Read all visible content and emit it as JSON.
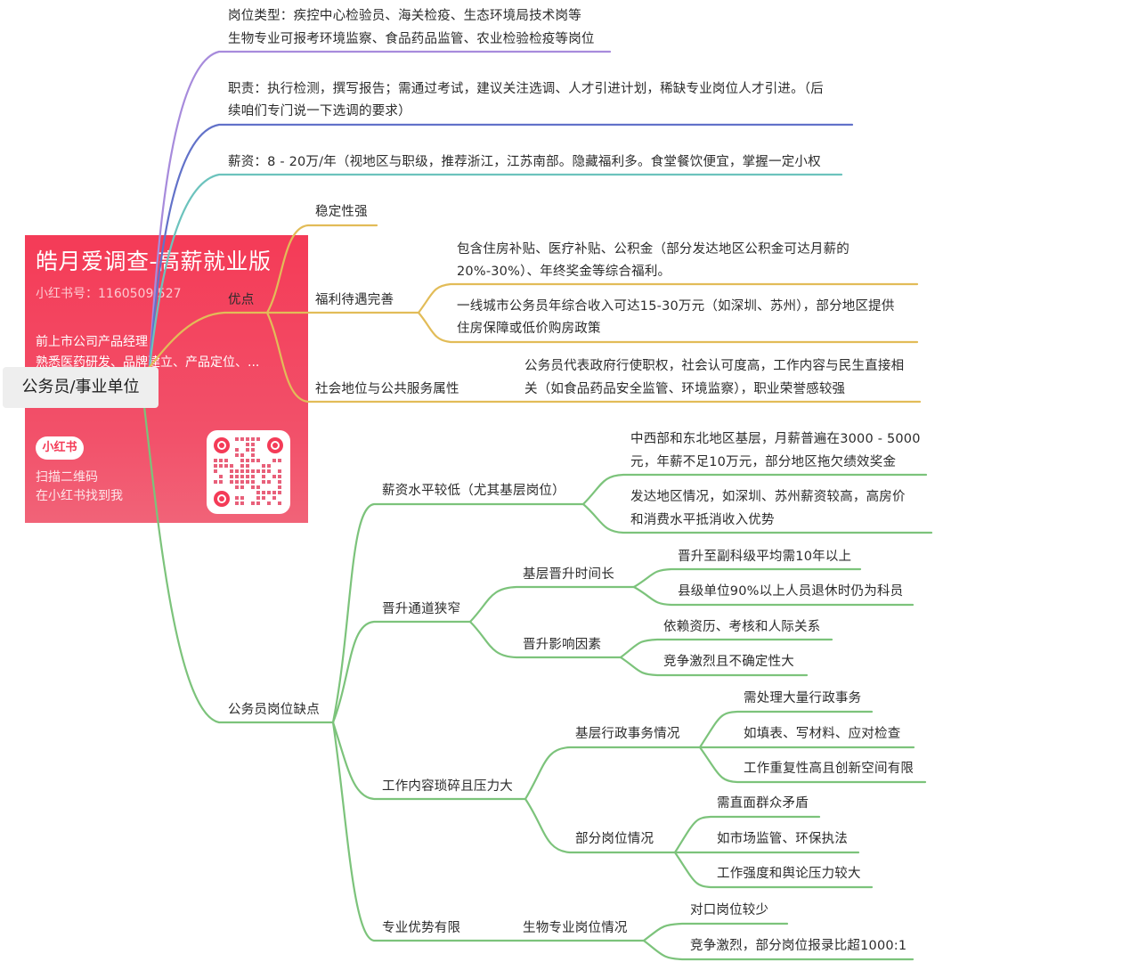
{
  "root": "公务员/事业单位",
  "card": {
    "title": "皓月爱调查-高薪就业版",
    "id_line": "小红书号：1160509 527",
    "bio_1": "前上市公司产品经理",
    "bio_2": "熟悉医药研发、品牌建立、产品定位、...",
    "logo": "小红书",
    "scan_1": "扫描二维码",
    "scan_2": "在小红书找到我"
  },
  "top": {
    "type_1": "岗位类型：疾控中心检验员、海关检疫、生态环境局技术岗等",
    "type_2": "生物专业可报考环境监察、食品药品监管、农业检验检疫等岗位",
    "duty_1": "职责：执行检测，撰写报告；需通过考试，建议关注选调、人才引进计划，稀缺专业岗位人才引进。（后",
    "duty_2": "续咱们专门说一下选调的要求）",
    "salary": "薪资：8 - 20万/年（视地区与职级，推荐浙江，江苏南部。隐藏福利多。食堂餐饮便宜，掌握一定小权"
  },
  "pros": {
    "label": "优点",
    "stable": "稳定性强",
    "welfare": "福利待遇完善",
    "welfare_a1": "包含住房补贴、医疗补贴、公积金（部分发达地区公积金可达月薪的",
    "welfare_a2": "20%-30%）、年终奖金等综合福利。",
    "welfare_b1": "一线城市公务员年综合收入可达15-30万元（如深圳、苏州），部分地区提供",
    "welfare_b2": "住房保障或低价购房政策",
    "status": "社会地位与公共服务属性",
    "status_1": "公务员代表政府行使职权，社会认可度高，工作内容与民生直接相",
    "status_2": "关（如食品药品安全监管、环境监察），职业荣誉感较强"
  },
  "cons": {
    "label": "公务员岗位缺点",
    "pay": "薪资水平较低（尤其基层岗位）",
    "pay_a1": "中西部和东北地区基层，月薪普遍在3000 - 5000",
    "pay_a2": "元，年薪不足10万元，部分地区拖欠绩效奖金",
    "pay_b1": "发达地区情况，如深圳、苏州薪资较高，高房价",
    "pay_b2": "和消费水平抵消收入优势",
    "promo": "晋升通道狭窄",
    "promo_time": "基层晋升时间长",
    "promo_time_a": "晋升至副科级平均需10年以上",
    "promo_time_b": "县级单位90%以上人员退休时仍为科员",
    "promo_factor": "晋升影响因素",
    "promo_factor_a": "依赖资历、考核和人际关系",
    "promo_factor_b": "竞争激烈且不确定性大",
    "work": "工作内容琐碎且压力大",
    "work_admin": "基层行政事务情况",
    "work_admin_a": "需处理大量行政事务",
    "work_admin_b": "如填表、写材料、应对检查",
    "work_admin_c": "工作重复性高且创新空间有限",
    "work_post": "部分岗位情况",
    "work_post_a": "需直面群众矛盾",
    "work_post_b": "如市场监管、环保执法",
    "work_post_c": "工作强度和舆论压力较大",
    "major": "专业优势有限",
    "major_bio": "生物专业岗位情况",
    "major_bio_a": "对口岗位较少",
    "major_bio_b": "竞争激烈，部分岗位报录比超1000:1"
  },
  "colors": {
    "purple": "#a78bdc",
    "blue": "#6272c9",
    "teal": "#6cc3bd",
    "gold": "#e2bc58",
    "green": "#7cc37b",
    "card": "#f43b57"
  }
}
